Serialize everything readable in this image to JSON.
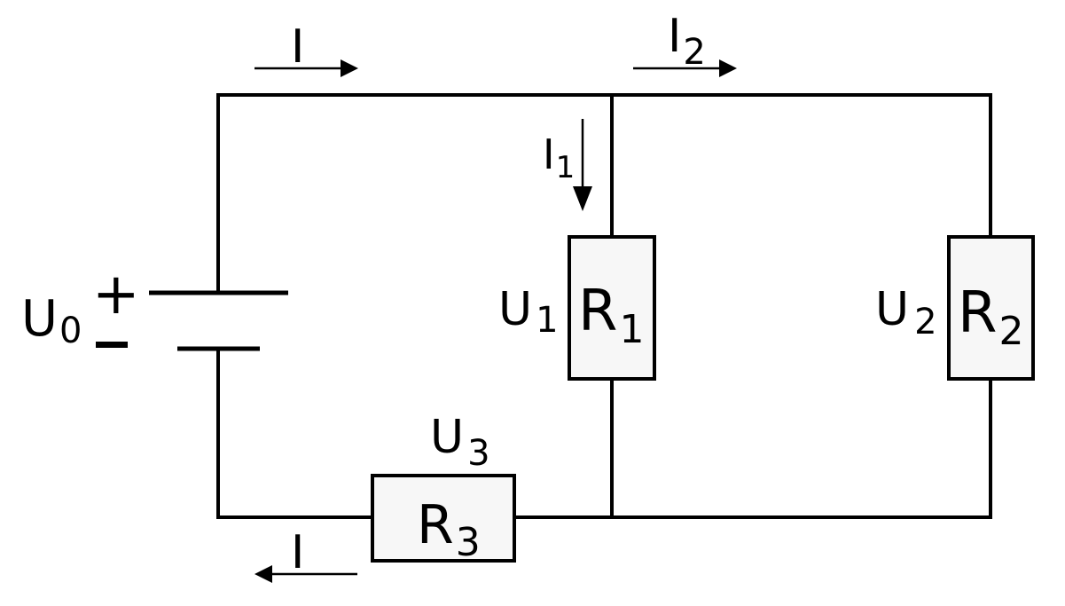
{
  "symbols": {
    "current_main": "I",
    "current_1_base": "I",
    "current_1_sub": "1",
    "current_2_base": "I",
    "current_2_sub": "2",
    "current_return": "I",
    "source_voltage_base": "U",
    "source_voltage_sub": "0",
    "polarity_plus": "+",
    "polarity_minus": "-",
    "r1_voltage_base": "U",
    "r1_voltage_sub": "1",
    "r1_base": "R",
    "r1_sub": "1",
    "r2_voltage_base": "U",
    "r2_voltage_sub": "2",
    "r2_base": "R",
    "r2_sub": "2",
    "r3_voltage_base": "U",
    "r3_voltage_sub": "3",
    "r3_base": "R",
    "r3_sub": "3"
  }
}
